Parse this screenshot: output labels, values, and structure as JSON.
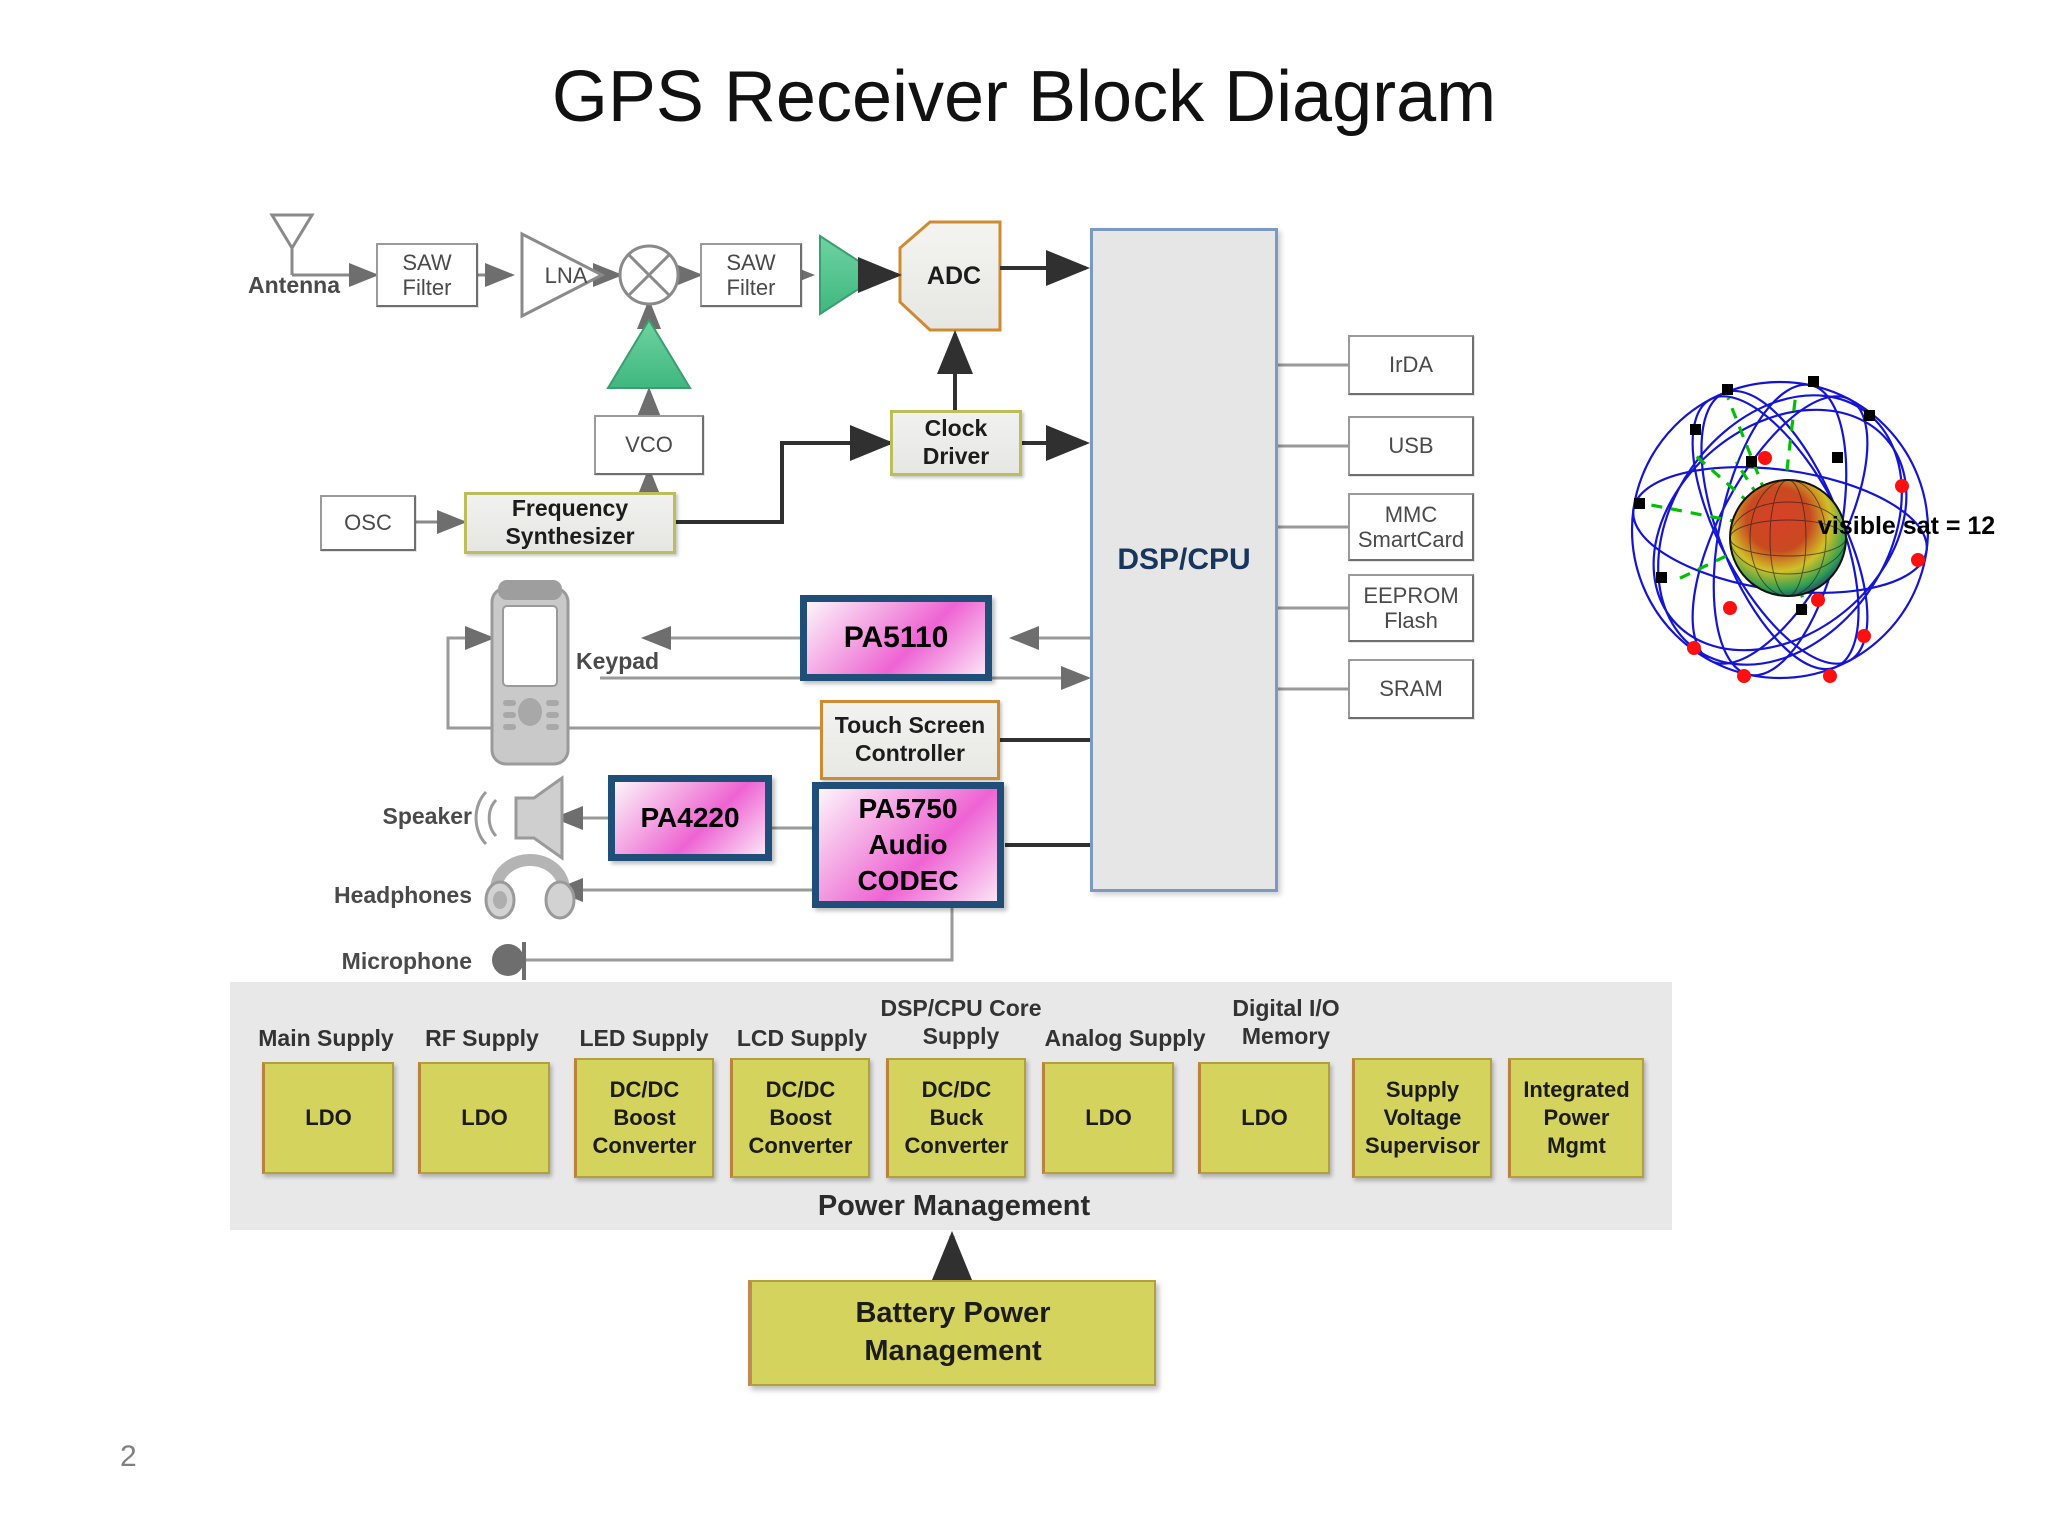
{
  "slide": {
    "title": "GPS Receiver Block Diagram",
    "page_number": "2"
  },
  "rf_chain": {
    "antenna_label": "Antenna",
    "saw_filter_1": "SAW\nFilter",
    "lna": "LNA",
    "mixer": "mixer-symbol",
    "saw_filter_2": "SAW\nFilter",
    "if_amp": "if-amplifier",
    "adc": "ADC",
    "vco": "VCO",
    "osc": "OSC",
    "frequency_synthesizer": "Frequency\nSynthesizer",
    "clock_driver": "Clock\nDriver",
    "lo_amp": "lo-amplifier"
  },
  "processor": {
    "label": "DSP/CPU"
  },
  "peripherals": [
    {
      "label": "IrDA"
    },
    {
      "label": "USB"
    },
    {
      "label": "MMC\nSmartCard"
    },
    {
      "label": "EEPROM\nFlash"
    },
    {
      "label": "SRAM"
    }
  ],
  "user_interface": {
    "pda_device": "handheld-gps-device",
    "keypad_label": "Keypad",
    "lcd_driver": "PA5110",
    "touch_screen_controller": "Touch Screen\nController",
    "audio_codec": "PA5750\nAudio\nCODEC",
    "audio_amplifier": "PA4220",
    "speaker_label": "Speaker",
    "headphones_label": "Headphones",
    "microphone_label": "Microphone"
  },
  "power_management": {
    "panel_title": "Power Management",
    "battery_block": "Battery Power\nManagement",
    "rails": [
      {
        "rail": "Main Supply",
        "device": "LDO"
      },
      {
        "rail": "RF Supply",
        "device": "LDO"
      },
      {
        "rail": "LED Supply",
        "device": "DC/DC\nBoost\nConverter"
      },
      {
        "rail": "LCD Supply",
        "device": "DC/DC\nBoost\nConverter"
      },
      {
        "rail": "DSP/CPU Core\nSupply",
        "device": "DC/DC\nBuck\nConverter"
      },
      {
        "rail": "Analog Supply",
        "device": "LDO"
      },
      {
        "rail": "Digital I/O\nMemory",
        "device": "LDO"
      },
      {
        "rail": "",
        "device": "Supply\nVoltage\nSupervisor"
      },
      {
        "rail": "",
        "device": "Integrated\nPower\nMgmt"
      }
    ]
  },
  "constellation": {
    "caption": "visible sat = 12",
    "orbit_color": "#1414d2",
    "visible_link_color": "#00c000",
    "satellite_visible_color": "#ff1010",
    "satellite_hidden_color": "#000000"
  },
  "colors": {
    "amplifier_green": "#55c68f",
    "adc_orange": "#cf8b32",
    "olive_border": "#bcbd5b",
    "pink_chip": "#ee63d3",
    "chip_border_navy": "#1f4e79",
    "dsp_fill": "#e6e6e6",
    "dsp_border": "#7a9ac4",
    "pm_yellow": "#d4d35e",
    "pm_panel": "#e8e8e8"
  }
}
